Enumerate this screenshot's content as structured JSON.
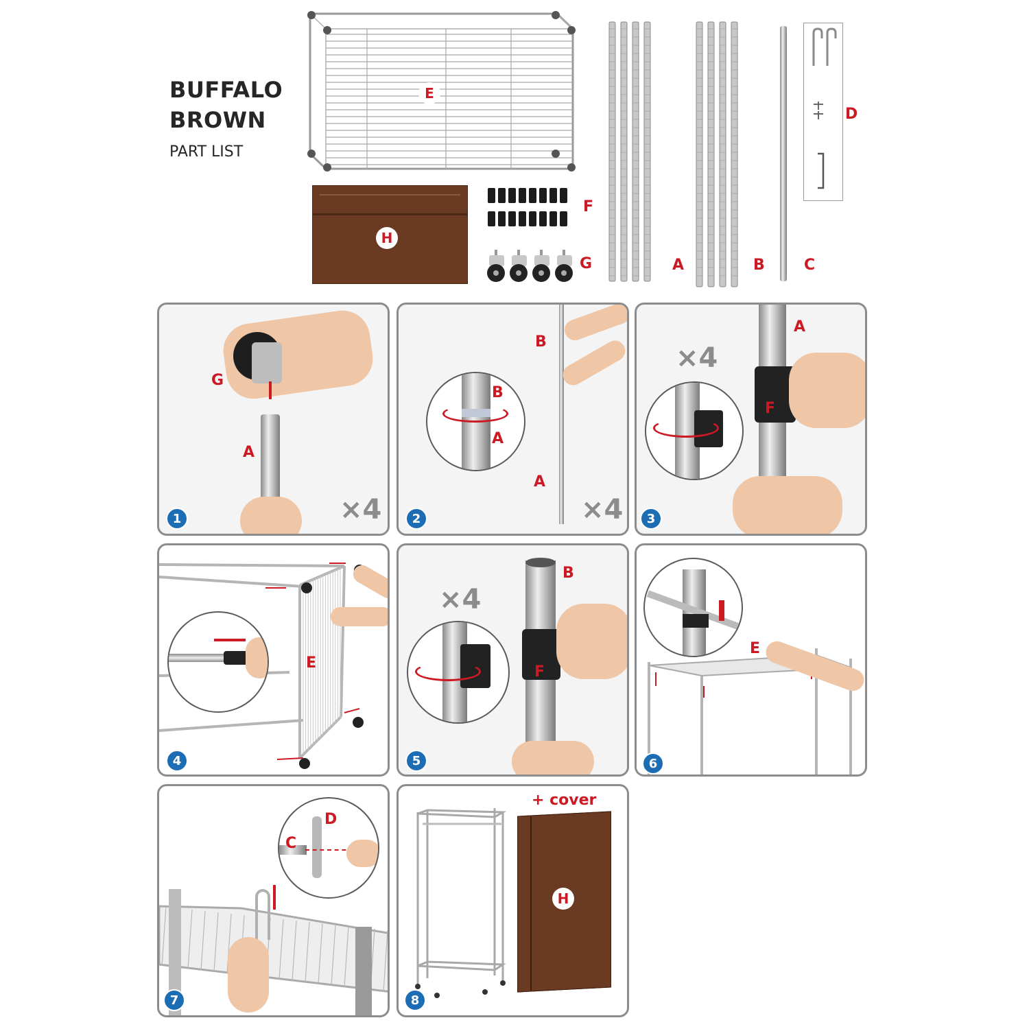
{
  "header": {
    "title_line1": "BUFFALO",
    "title_line2": "BROWN",
    "subtitle": "PART LIST"
  },
  "parts": {
    "A": "A",
    "B": "B",
    "C": "C",
    "D": "D",
    "E": "E",
    "F": "F",
    "G": "G",
    "H": "H"
  },
  "steps": [
    {
      "number": "1",
      "labels": [
        "G",
        "A"
      ],
      "multiplier": "×4"
    },
    {
      "number": "2",
      "labels": [
        "B",
        "B",
        "A",
        "A"
      ],
      "multiplier": "×4"
    },
    {
      "number": "3",
      "labels": [
        "A",
        "F"
      ],
      "multiplier": "×4"
    },
    {
      "number": "4",
      "labels": [
        "E"
      ],
      "multiplier": ""
    },
    {
      "number": "5",
      "labels": [
        "B",
        "F"
      ],
      "multiplier": "×4"
    },
    {
      "number": "6",
      "labels": [
        "E"
      ],
      "multiplier": ""
    },
    {
      "number": "7",
      "labels": [
        "C",
        "D"
      ],
      "multiplier": ""
    },
    {
      "number": "8",
      "labels": [
        "H"
      ],
      "multiplier": "",
      "note": "+ cover"
    }
  ],
  "colors": {
    "label_red": "#cc1a24",
    "step_blue": "#1d6db4",
    "cover_brown": "#6b3a22",
    "panel_border": "#8c8c8c"
  }
}
